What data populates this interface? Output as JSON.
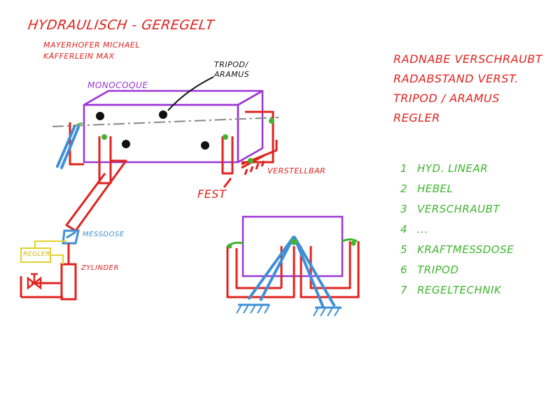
{
  "title": "HYDRAULISCH - GEREGELT",
  "authors": [
    "MAYERHOFER  MICHAEL",
    "KÄFFERLEIN  MAX"
  ],
  "labels": {
    "monocoque": "MONOCOQUE",
    "tripod": "TRIPOD/ ARAMUS",
    "verstellbar": "VERSTELLBAR",
    "fest": "FEST",
    "messdose": "MESSDOSE",
    "regler": "REGLER",
    "zylinder": "ZYLINDER"
  },
  "requirements": [
    "RADNABE VERSCHRAUBT",
    "RADABSTAND VERST.",
    "TRIPOD / ARAMUS",
    "REGLER"
  ],
  "list": [
    {
      "num": "1",
      "text": "HYD. LINEAR"
    },
    {
      "num": "2",
      "text": "HEBEL"
    },
    {
      "num": "3",
      "text": "VERSCHRAUBT"
    },
    {
      "num": "4",
      "text": "..."
    },
    {
      "num": "5",
      "text": "KRAFTMESSDOSE"
    },
    {
      "num": "6",
      "text": "TRIPOD"
    },
    {
      "num": "7",
      "text": "REGELTECHNIK"
    }
  ],
  "colors": {
    "red": "#e0231f",
    "purple": "#9a35d6",
    "blue": "#3d8fd6",
    "green": "#3fb52e",
    "yellow": "#e3d22b",
    "black": "#111111",
    "gray": "#888888"
  }
}
